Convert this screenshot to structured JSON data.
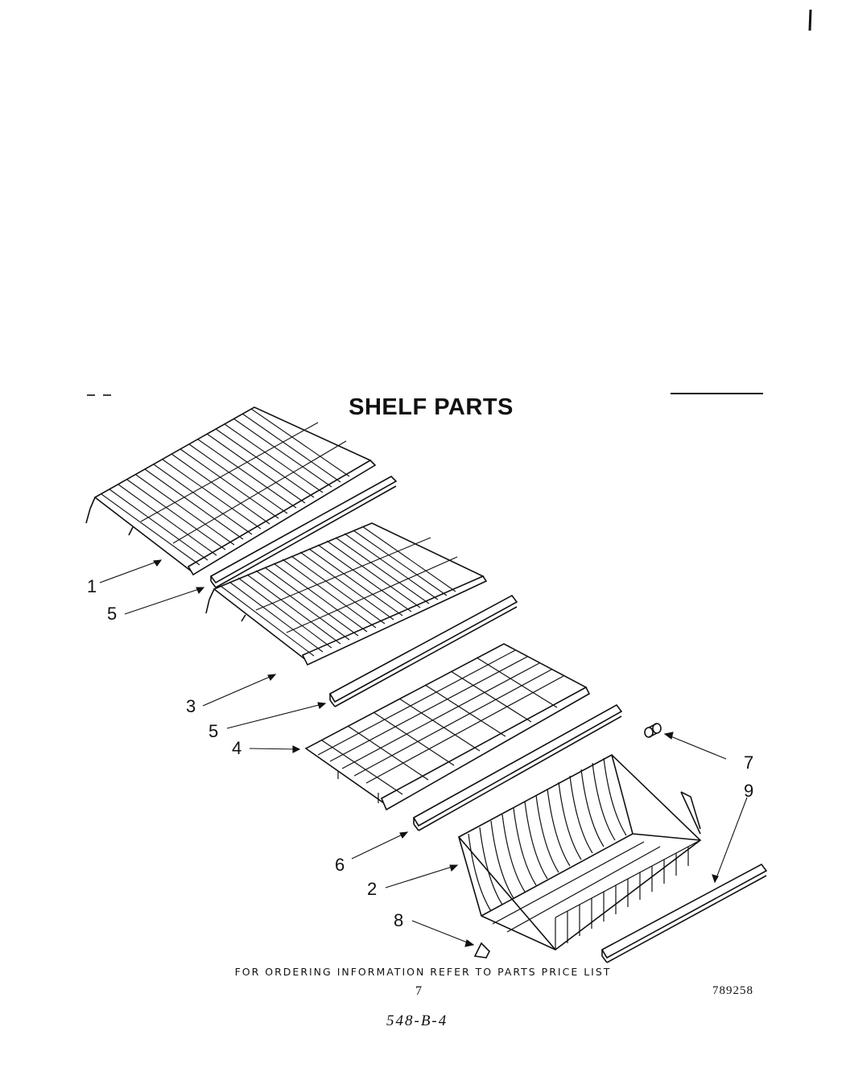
{
  "title": "SHELF PARTS",
  "callouts": [
    {
      "id": "c1a",
      "label": "1"
    },
    {
      "id": "c5a",
      "label": "5"
    },
    {
      "id": "c3",
      "label": "3"
    },
    {
      "id": "c5b",
      "label": "5"
    },
    {
      "id": "c4",
      "label": "4"
    },
    {
      "id": "c6",
      "label": "6"
    },
    {
      "id": "c2",
      "label": "2"
    },
    {
      "id": "c8",
      "label": "8"
    },
    {
      "id": "c7",
      "label": "7"
    },
    {
      "id": "c9",
      "label": "9"
    }
  ],
  "footer": "FOR ORDERING INFORMATION REFER TO PARTS PRICE LIST",
  "page_number": "7",
  "document_number": "789258",
  "handwritten_code": "548-B-4",
  "colors": {
    "ink": "#111111",
    "paper": "#ffffff"
  }
}
